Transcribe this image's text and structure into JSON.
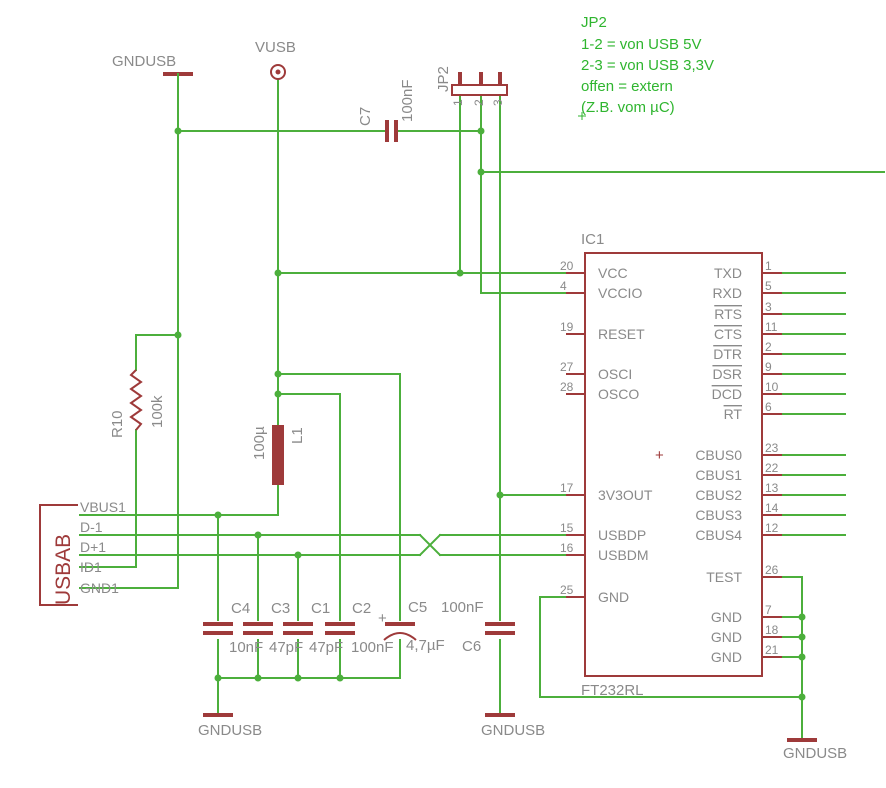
{
  "ic": {
    "name": "IC1",
    "value": "FT232RL"
  },
  "ic_pins_left": [
    {
      "num": "20",
      "label": "VCC"
    },
    {
      "num": "4",
      "label": "VCCIO"
    },
    {
      "num": "19",
      "label": "RESET"
    },
    {
      "num": "27",
      "label": "OSCI"
    },
    {
      "num": "28",
      "label": "OSCO"
    },
    {
      "num": "17",
      "label": "3V3OUT"
    },
    {
      "num": "15",
      "label": "USBDP"
    },
    {
      "num": "16",
      "label": "USBDM"
    },
    {
      "num": "25",
      "label": "GND"
    }
  ],
  "ic_pins_right": [
    {
      "num": "1",
      "label": "TXD"
    },
    {
      "num": "5",
      "label": "RXD"
    },
    {
      "num": "3",
      "label": "RTS",
      "overbar": true
    },
    {
      "num": "11",
      "label": "CTS",
      "overbar": true
    },
    {
      "num": "2",
      "label": "DTR",
      "overbar": true
    },
    {
      "num": "9",
      "label": "DSR",
      "overbar": true
    },
    {
      "num": "10",
      "label": "DCD",
      "overbar": true
    },
    {
      "num": "6",
      "label": "RT",
      "overbar": true
    },
    {
      "num": "23",
      "label": "CBUS0"
    },
    {
      "num": "22",
      "label": "CBUS1"
    },
    {
      "num": "13",
      "label": "CBUS2"
    },
    {
      "num": "14",
      "label": "CBUS3"
    },
    {
      "num": "12",
      "label": "CBUS4"
    },
    {
      "num": "26",
      "label": "TEST"
    },
    {
      "num": "7",
      "label": "GND"
    },
    {
      "num": "18",
      "label": "GND"
    },
    {
      "num": "21",
      "label": "GND"
    }
  ],
  "connector": {
    "name": "USBAB",
    "pins": [
      "VBUS1",
      "D-1",
      "D+1",
      "ID1",
      "GND1"
    ]
  },
  "power": {
    "vusb": "VUSB",
    "gnd": "GNDUSB"
  },
  "parts": {
    "r10": {
      "name": "R10",
      "value": "100k"
    },
    "l1": {
      "name": "L1",
      "value": "100µ"
    },
    "c7": {
      "name": "C7",
      "value": "100nF"
    },
    "c4": {
      "name": "C4",
      "value": "10nF"
    },
    "c3": {
      "name": "C3",
      "value": "47pF"
    },
    "c1": {
      "name": "C1",
      "value": "47pF"
    },
    "c2": {
      "name": "C2",
      "value": "100nF"
    },
    "c5": {
      "name": "C5",
      "value": "4,7µF"
    },
    "c6": {
      "name": "C6",
      "value": "100nF"
    }
  },
  "jumper": {
    "name": "JP2",
    "pins": [
      "1",
      "2",
      "3"
    ]
  },
  "note": {
    "lines": [
      "JP2",
      "1-2 = von USB 5V",
      "2-3 = von USB 3,3V",
      "offen = extern",
      "(Z.B. vom µC)"
    ]
  },
  "colors": {
    "wire": "#4caf3c",
    "part": "#9e3a3a",
    "label": "#8a8a8a",
    "note": "#2fb52f"
  }
}
